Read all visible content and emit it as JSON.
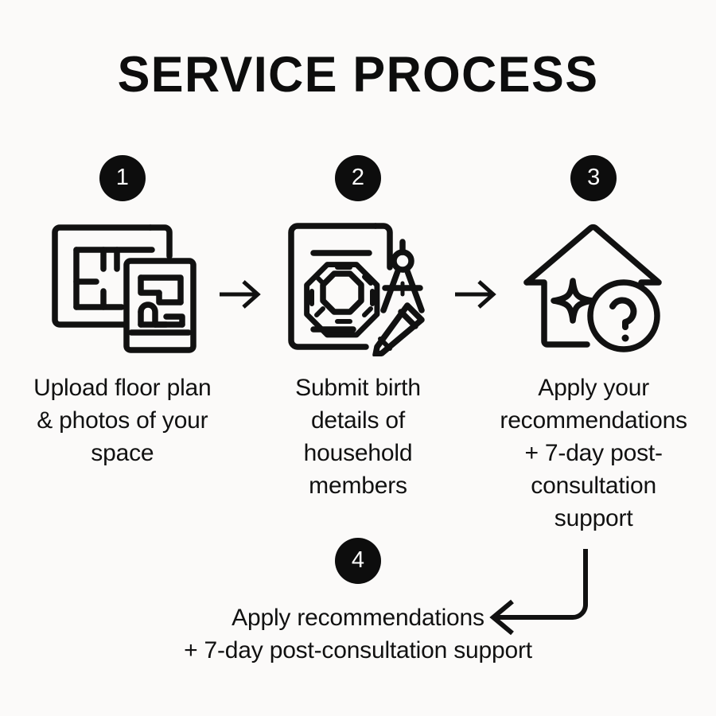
{
  "page": {
    "title": "SERVICE PROCESS",
    "background_color": "#fbfaf9",
    "ink_color": "#111111",
    "badge_color": "#0d0d0d",
    "badge_text_color": "#ffffff"
  },
  "steps": [
    {
      "number": "1",
      "icon": "floor-plan-photos-icon",
      "caption": "Upload floor plan & photos of your space"
    },
    {
      "number": "2",
      "icon": "bagua-compass-pencil-icon",
      "caption": "Submit birth details of household members"
    },
    {
      "number": "3",
      "icon": "house-sparkle-question-icon",
      "caption": "Apply your recommendations + 7-day post-consultation support"
    }
  ],
  "step4": {
    "number": "4",
    "caption_line1": "Apply recommendations",
    "caption_line2": "+ 7-day post-consultation support"
  },
  "connectors": {
    "arrow1": "arrow-right-icon",
    "arrow2": "arrow-right-icon",
    "elbow": "arrow-elbow-down-left-icon"
  }
}
